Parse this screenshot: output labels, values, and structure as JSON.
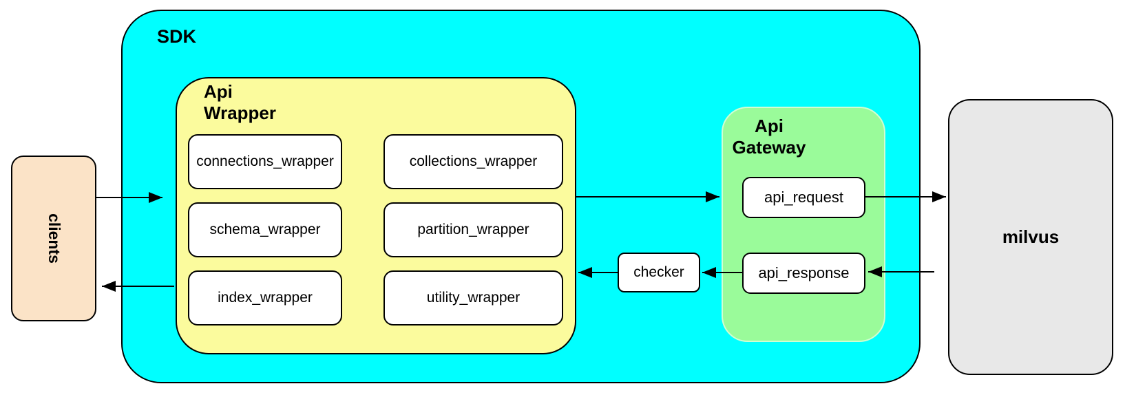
{
  "diagram": {
    "sdk_label": "SDK",
    "api_wrapper_label": "Api\nWrapper",
    "api_gateway_label": "Api\nGateway",
    "clients_label": "clients",
    "milvus_label": "milvus",
    "nodes": {
      "connections": {
        "label": "connections_wrapper"
      },
      "collections": {
        "label": "collections_wrapper"
      },
      "schema": {
        "label": "schema_wrapper"
      },
      "partition": {
        "label": "partition_wrapper"
      },
      "index": {
        "label": "index_wrapper"
      },
      "utility": {
        "label": "utility_wrapper"
      },
      "checker": {
        "label": "checker"
      },
      "api_request": {
        "label": "api_request"
      },
      "api_response": {
        "label": "api_response"
      }
    },
    "edges": [
      {
        "from": "clients",
        "to": "SDK"
      },
      {
        "from": "Api Wrapper",
        "to": "clients"
      },
      {
        "from": "Api Wrapper",
        "to": "Api Gateway"
      },
      {
        "from": "api_request",
        "to": "milvus"
      },
      {
        "from": "milvus",
        "to": "api_response"
      },
      {
        "from": "api_response",
        "to": "checker"
      },
      {
        "from": "checker",
        "to": "Api Wrapper"
      }
    ]
  },
  "colors": {
    "canvas": "#FFFFFF",
    "sdk": "#00FFFF",
    "api_wrapper": "#FBFB9D",
    "api_gateway": "#9AFB9A",
    "clients": "#FBE3C7",
    "milvus": "#E8E8E8",
    "node": "#FFFFFF",
    "stroke": "#000000"
  }
}
